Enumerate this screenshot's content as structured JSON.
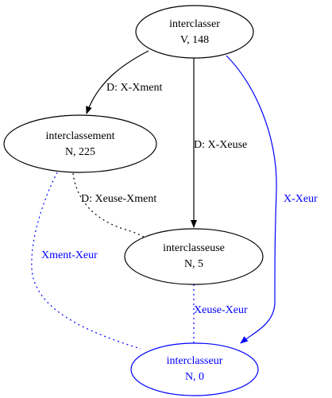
{
  "nodes": {
    "interclasser": {
      "name": "interclasser",
      "info": "V, 148",
      "color": "#000000"
    },
    "interclassement": {
      "name": "interclassement",
      "info": "N, 225",
      "color": "#000000"
    },
    "interclasseuse": {
      "name": "interclasseuse",
      "info": "N, 5",
      "color": "#000000"
    },
    "interclasseur": {
      "name": "interclasseur",
      "info": "N, 0",
      "color": "#0000ff"
    }
  },
  "edges": {
    "x_xment": {
      "label": "D: X-Xment",
      "color": "#000000",
      "style": "solid",
      "arrow": true
    },
    "x_xeuse": {
      "label": "D: X-Xeuse",
      "color": "#000000",
      "style": "solid",
      "arrow": true
    },
    "xeuse_xment": {
      "label": "D: Xeuse-Xment",
      "color": "#000000",
      "style": "dotted",
      "arrow": false
    },
    "x_xeur": {
      "label": "X-Xeur",
      "color": "#0000ff",
      "style": "solid",
      "arrow": true
    },
    "xment_xeur": {
      "label": "Xment-Xeur",
      "color": "#0000ff",
      "style": "dotted",
      "arrow": false
    },
    "xeuse_xeur": {
      "label": "Xeuse-Xeur",
      "color": "#0000ff",
      "style": "dotted",
      "arrow": false
    }
  }
}
